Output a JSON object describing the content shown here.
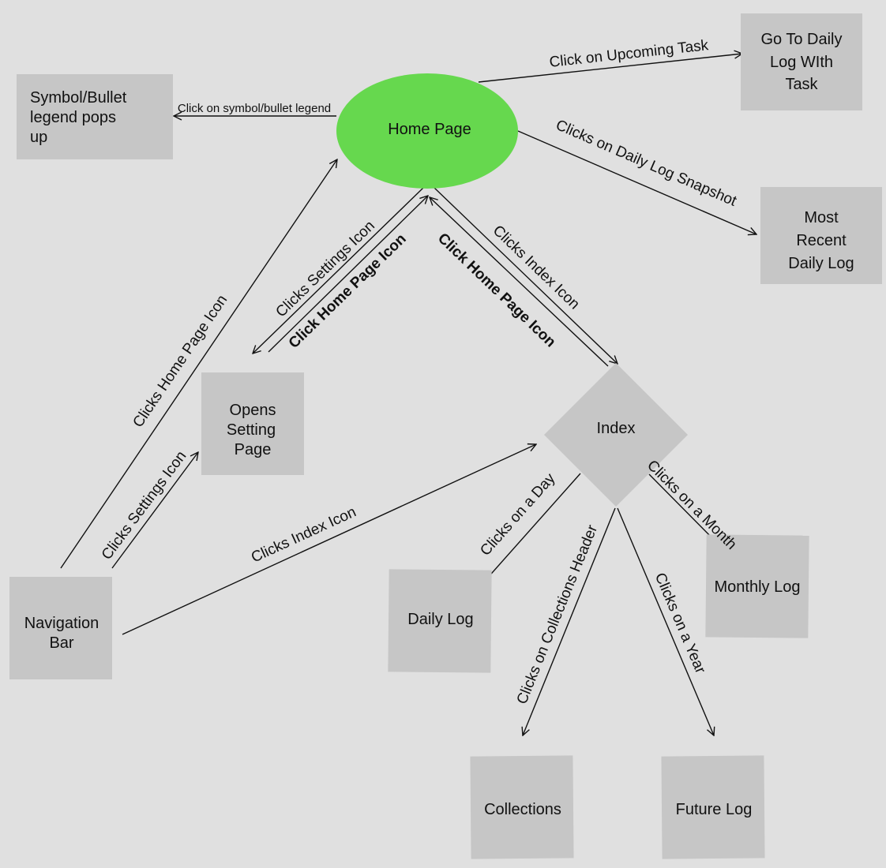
{
  "colors": {
    "background": "#e0e0e0",
    "box": "#c6c6c6",
    "home": "#66d84e",
    "line": "#111111"
  },
  "nodes": {
    "home_page": {
      "label": "Home Page",
      "shape": "ellipse"
    },
    "symbol_legend": {
      "label": [
        "Symbol/Bullet",
        "legend pops",
        "up"
      ],
      "shape": "rectangle"
    },
    "daily_log_task": {
      "label": [
        "Go To Daily",
        "Log WIth",
        "Task"
      ],
      "shape": "rectangle"
    },
    "recent_daily_log": {
      "label": [
        "Most",
        "Recent",
        "Daily Log"
      ],
      "shape": "rectangle"
    },
    "setting_page": {
      "label": [
        "Opens",
        "Setting",
        "Page"
      ],
      "shape": "rectangle"
    },
    "index": {
      "label": "Index",
      "shape": "diamond"
    },
    "navigation_bar": {
      "label": [
        "Navigation",
        "Bar"
      ],
      "shape": "rectangle"
    },
    "daily_log": {
      "label": "Daily Log",
      "shape": "rectangle"
    },
    "monthly_log": {
      "label": "Monthly Log",
      "shape": "rectangle"
    },
    "collections": {
      "label": "Collections",
      "shape": "rectangle"
    },
    "future_log": {
      "label": "Future Log",
      "shape": "rectangle"
    }
  },
  "edges": {
    "upcoming_task": "Click on Upcoming Task",
    "legend": "Click on symbol/bullet legend",
    "daily_snapshot": "Clicks on Daily Log Snapshot",
    "settings_from_home": "Clicks Settings Icon",
    "home_from_settings": "Click Home Page Icon",
    "index_from_home": "Clicks Index Icon",
    "home_from_index": "Click Home Page Icon",
    "nav_home": "Clicks Home Page Icon",
    "nav_settings": "Clicks Settings Icon",
    "nav_index": "Clicks Index Icon",
    "day": "Clicks on a Day",
    "month": "Clicks on a Month",
    "collections_header": "Clicks on Collections Header",
    "year": "Clicks on a Year"
  }
}
